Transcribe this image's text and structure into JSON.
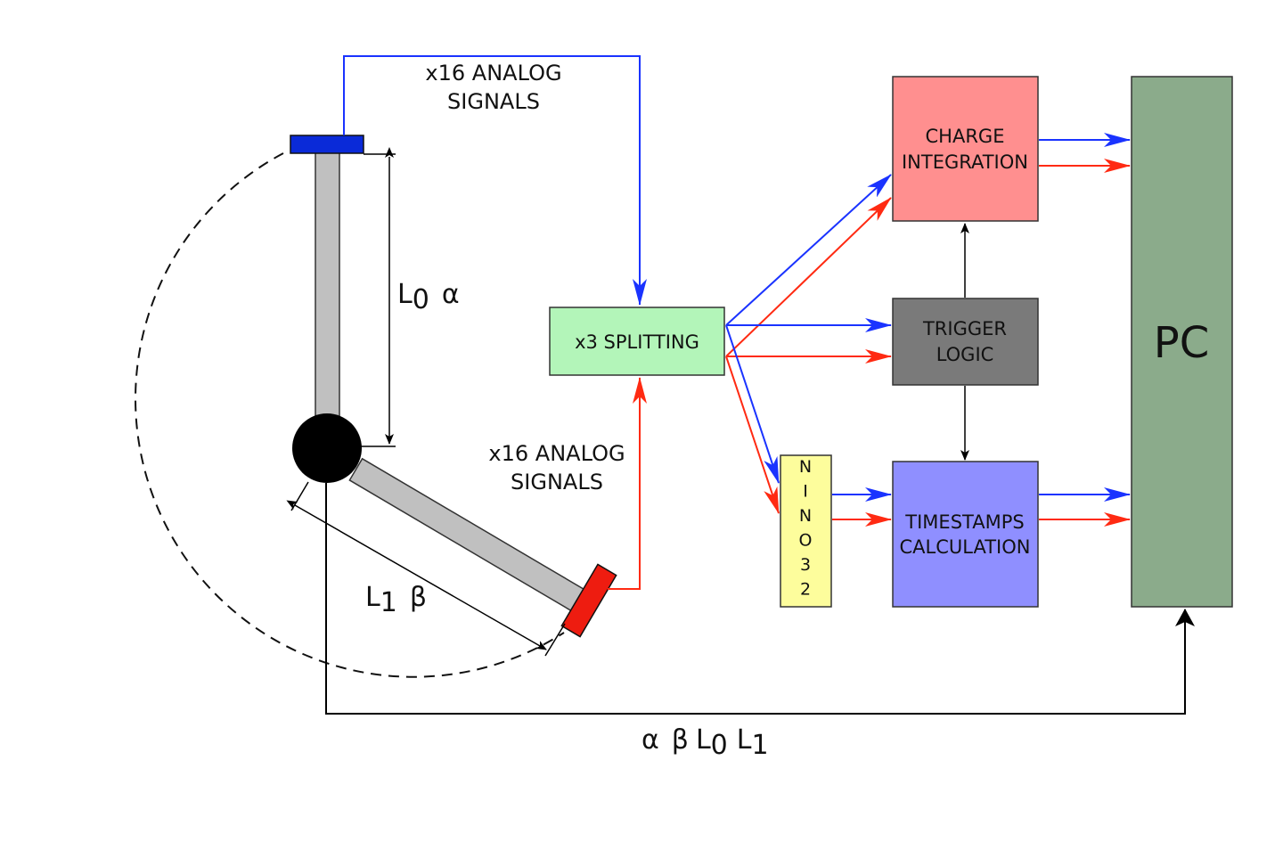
{
  "colors": {
    "blue_signal": "#1a33ff",
    "red_signal": "#ff2a12",
    "splitter_fill": "#b3f5b9",
    "charge_fill": "#ff8f8f",
    "trigger_fill": "#7a7a7a",
    "timestamps_fill": "#8f8fff",
    "nino_fill": "#fdfd9c",
    "pc_fill": "#8bab8b",
    "arm_fill": "#c0c0c0",
    "blue_detector": "#0a2ad8",
    "red_detector": "#ee1c10"
  },
  "labels": {
    "top_signals_line1": "x16 ANALOG",
    "top_signals_line2": "SIGNALS",
    "bottom_signals_line1": "x16 ANALOG",
    "bottom_signals_line2": "SIGNALS",
    "splitting": "x3 SPLITTING",
    "charge_line1": "CHARGE",
    "charge_line2": "INTEGRATION",
    "trigger_line1": "TRIGGER",
    "trigger_line2": "LOGIC",
    "timestamps_line1": "TIMESTAMPS",
    "timestamps_line2": "CALCULATION",
    "pc": "PC",
    "nino_letters": [
      "N",
      "I",
      "N",
      "O",
      "3",
      "2"
    ],
    "l0_main": "L",
    "l0_sub": "0",
    "l0_greek": "α",
    "l1_main": "L",
    "l1_sub": "1",
    "l1_greek": "β",
    "bottom_alpha": "α",
    "bottom_beta": "β",
    "bottom_l0_main": "L",
    "bottom_l0_sub": "0",
    "bottom_l1_main": "L",
    "bottom_l1_sub": "1"
  }
}
